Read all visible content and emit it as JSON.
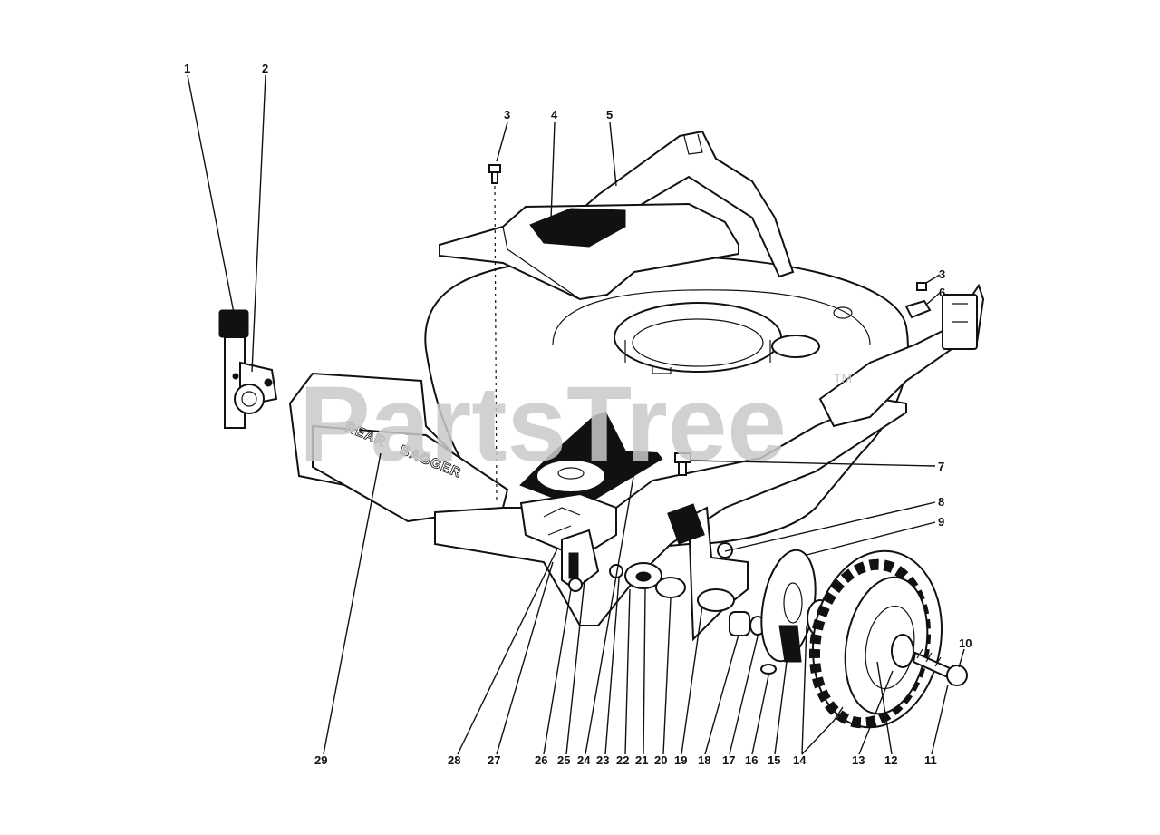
{
  "watermark": {
    "text": "PartsTree",
    "trademark": "TM"
  },
  "deck_label": {
    "line1": "REAR",
    "line2": "BAGGER"
  },
  "caption": "",
  "callouts": [
    {
      "id": "c1",
      "label": "1"
    },
    {
      "id": "c2",
      "label": "2"
    },
    {
      "id": "c3a",
      "label": "3"
    },
    {
      "id": "c4",
      "label": "4"
    },
    {
      "id": "c5",
      "label": "5"
    },
    {
      "id": "c3b",
      "label": "3"
    },
    {
      "id": "c6",
      "label": "6"
    },
    {
      "id": "c7",
      "label": "7"
    },
    {
      "id": "c8",
      "label": "8"
    },
    {
      "id": "c9",
      "label": "9"
    },
    {
      "id": "c10",
      "label": "10"
    },
    {
      "id": "c11",
      "label": "11"
    },
    {
      "id": "c12",
      "label": "12"
    },
    {
      "id": "c13",
      "label": "13"
    },
    {
      "id": "c14",
      "label": "14"
    },
    {
      "id": "c15",
      "label": "15"
    },
    {
      "id": "c16",
      "label": "16"
    },
    {
      "id": "c17",
      "label": "17"
    },
    {
      "id": "c18",
      "label": "18"
    },
    {
      "id": "c19",
      "label": "19"
    },
    {
      "id": "c20",
      "label": "20"
    },
    {
      "id": "c21",
      "label": "21"
    },
    {
      "id": "c22",
      "label": "22"
    },
    {
      "id": "c23",
      "label": "23"
    },
    {
      "id": "c24",
      "label": "24"
    },
    {
      "id": "c25",
      "label": "25"
    },
    {
      "id": "c26",
      "label": "26"
    },
    {
      "id": "c27",
      "label": "27"
    },
    {
      "id": "c28",
      "label": "28"
    },
    {
      "id": "c29",
      "label": "29"
    }
  ]
}
